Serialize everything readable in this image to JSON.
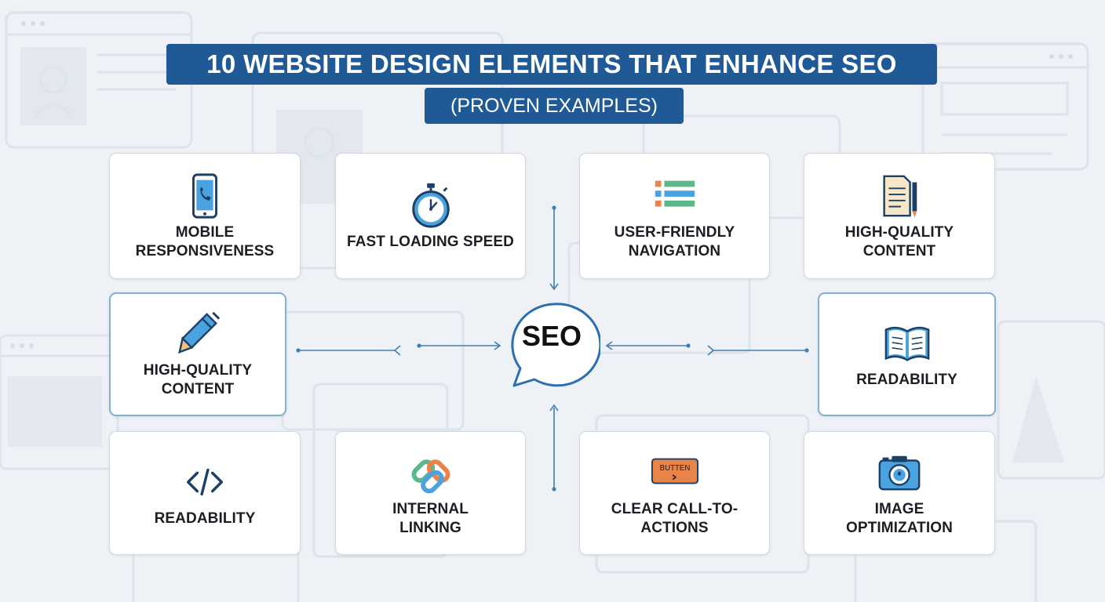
{
  "header": {
    "title": "10 WEBSITE DESIGN ELEMENTS THAT ENHANCE SEO",
    "subtitle": "(PROVEN EXAMPLES)"
  },
  "hub": {
    "label": "SEO"
  },
  "cards": [
    {
      "label": "MOBILE\nRESPONSIVENESS",
      "icon": "smartphone-icon"
    },
    {
      "label": "FAST LOADING SPEED",
      "icon": "stopwatch-icon"
    },
    {
      "label": "USER-FRIENDLY\nNAVIGATION",
      "icon": "menu-list-icon"
    },
    {
      "label": "HIGH-QUALITY\nCONTENT",
      "icon": "document-pencil-icon"
    },
    {
      "label": "HIGH-QUALITY\nCONTENT",
      "icon": "pen-icon"
    },
    {
      "label": "READABILITY",
      "icon": "open-book-icon"
    },
    {
      "label": "READABILITY",
      "icon": "code-brackets-icon"
    },
    {
      "label": "INTERNAL\nLINKING",
      "icon": "chain-link-icon"
    },
    {
      "label": "CLEAR CALL-TO-\nACTIONS",
      "icon": "button-icon",
      "button_text": "BUTTEN"
    },
    {
      "label": "IMAGE\nOPTIMIZATION",
      "icon": "camera-icon"
    }
  ],
  "colors": {
    "title_bg": "#1f5a96",
    "connector": "#3f7fb5",
    "card_border": "#d3d9e0",
    "highlight_border": "#7fb0d6"
  }
}
